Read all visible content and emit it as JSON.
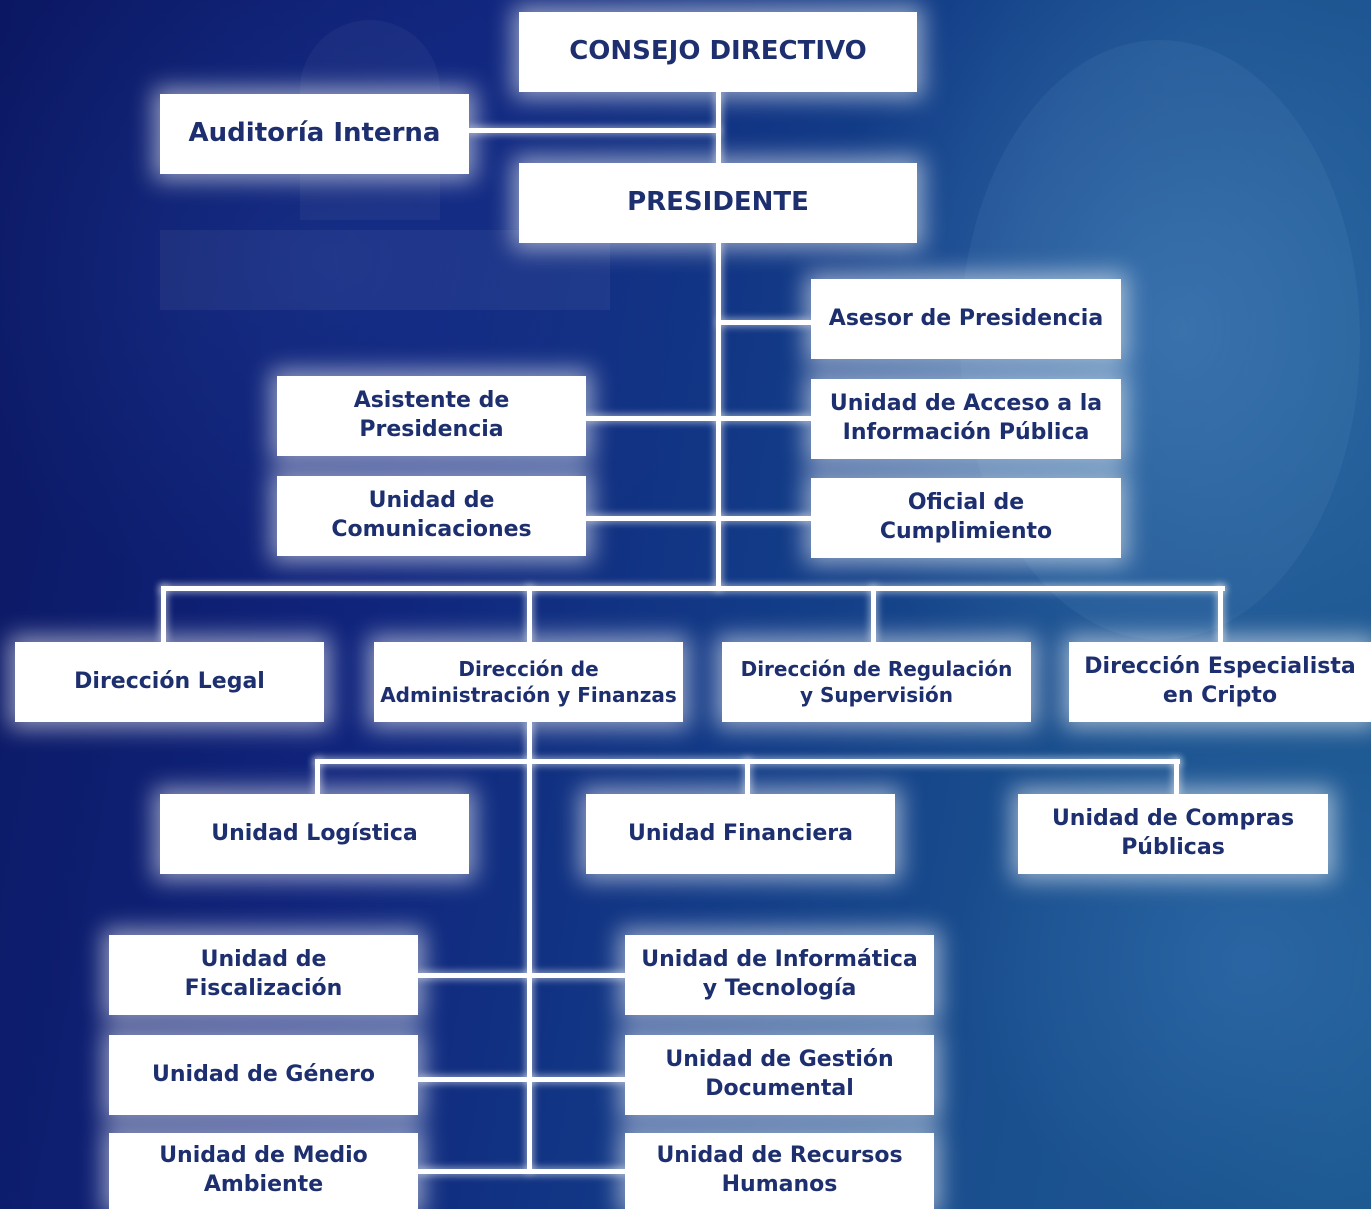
{
  "org_chart": {
    "consejo": "CONSEJO DIRECTIVO",
    "auditoria": "Auditoría Interna",
    "presidente": "PRESIDENTE",
    "asesor": "Asesor de Presidencia",
    "asistente": "Asistente  de\nPresidencia",
    "acceso_info": "Unidad de Acceso a la\nInformación Pública",
    "comunicaciones": "Unidad de\nComunicaciones",
    "oficial_cumplimiento": "Oficial de\nCumplimiento",
    "direcciones": {
      "legal": "Dirección Legal",
      "administracion": "Dirección de\nAdministración y Finanzas",
      "regulacion": "Dirección de Regulación\ny Supervisión",
      "cripto": "Dirección Especialista\nen Cripto"
    },
    "unidades_admin": {
      "logistica": "Unidad Logística",
      "financiera": "Unidad Financiera",
      "compras": "Unidad de Compras\nPúblicas"
    },
    "unidades_staff": {
      "fiscalizacion": "Unidad de\nFiscalización",
      "informatica": "Unidad de Informática\ny Tecnología",
      "genero": "Unidad de Género",
      "gestion_documental": "Unidad de Gestión\nDocumental",
      "medio_ambiente": "Unidad de Medio\nAmbiente",
      "recursos_humanos": "Unidad de Recursos\nHumanos"
    }
  },
  "colors": {
    "box_text": "#1d2f6e",
    "box_fill": "#ffffff",
    "connector": "#ffffff",
    "background_dark": "#0b1762",
    "background_light": "#1d5a92"
  }
}
